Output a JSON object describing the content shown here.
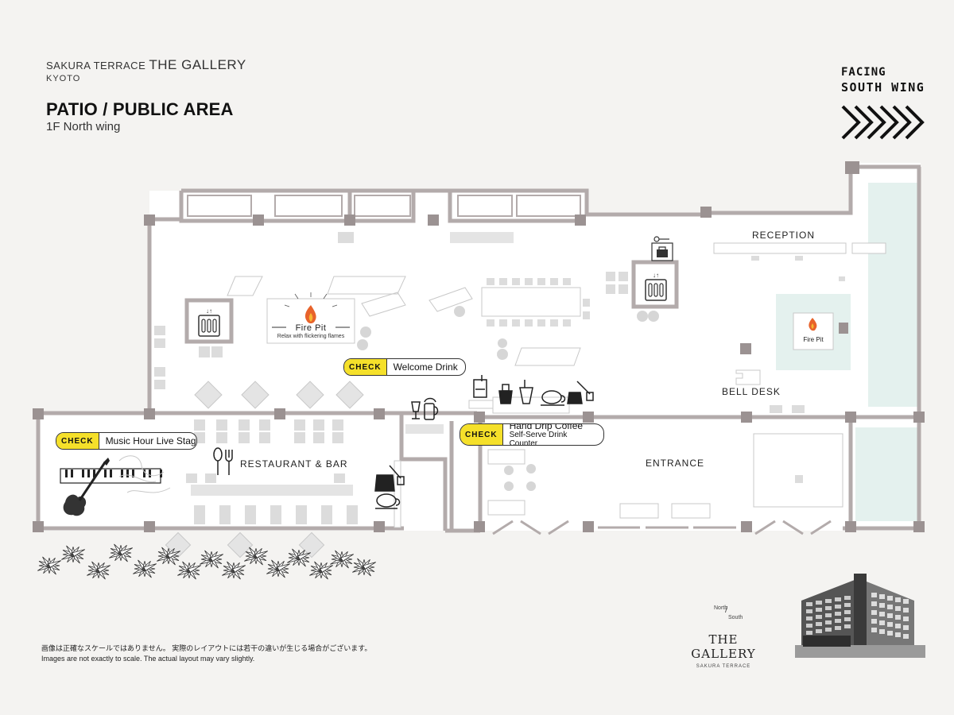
{
  "header": {
    "brand_prefix": "SAKURA TERRACE",
    "brand_name": "THE GALLERY",
    "brand_city": "KYOTO",
    "title": "PATIO / PUBLIC AREA",
    "subtitle": "1F North wing"
  },
  "facing": {
    "line1": "FACING",
    "line2": "SOUTH WING"
  },
  "rooms": {
    "reception": "RECEPTION",
    "bell_desk": "BELL DESK",
    "restaurant_bar": "RESTAURANT & BAR",
    "entrance": "ENTRANCE"
  },
  "fire_pit": {
    "title": "Fire Pit",
    "caption": "Relax with flickering flames",
    "small_title": "Fire Pit"
  },
  "callouts": {
    "check_label": "CHECK",
    "welcome_drink": "Welcome Drink",
    "music_hour": "Music Hour Live Stage",
    "coffee_title": "Hand Drip Coffee",
    "coffee_subtitle": "Self-Serve Drink Counter"
  },
  "disclaimer": {
    "ja": "画像は正確なスケールではありません。 実際のレイアウトには若干の違いが生じる場合がございます。",
    "en": "Images are not exactly to scale. The actual layout may vary slightly."
  },
  "logo": {
    "north": "North",
    "south": "South",
    "name": "THE GALLERY",
    "tagline": "SAKURA TERRACE"
  },
  "colors": {
    "wall": "#b3abab",
    "pillar": "#9b9292",
    "furniture": "#d9d9d9",
    "pool": "#e4f1ee",
    "check_yellow": "#f5e02a",
    "background": "#f4f3f1"
  }
}
